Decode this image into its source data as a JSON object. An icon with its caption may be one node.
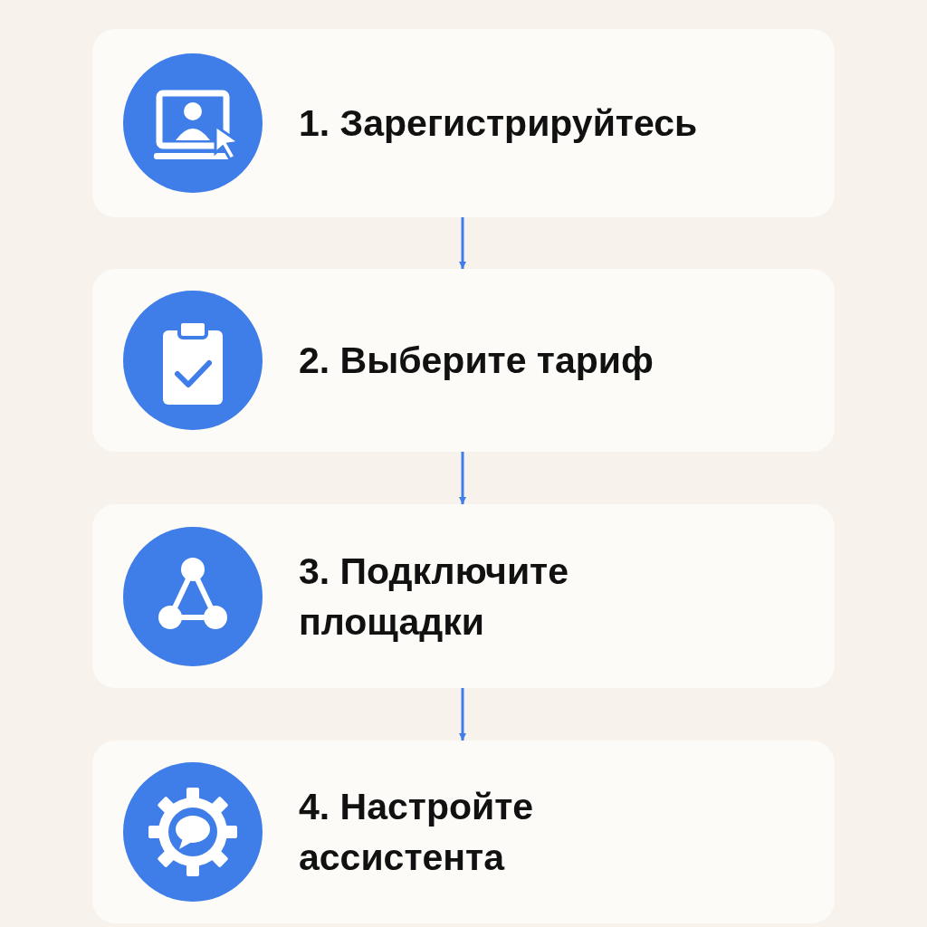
{
  "diagram": {
    "nodes": [
      {
        "text": [
          "1. Зарегистрируйтесь"
        ]
      },
      {
        "text": [
          "2. Выберите тариф"
        ]
      },
      {
        "text": [
          "3. Подключите площадки"
        ]
      },
      {
        "text": [
          "4. Настройте ассистента"
        ]
      }
    ],
    "edges": [
      {
        "from": 0,
        "to": 1,
        "arrow": "to"
      },
      {
        "from": 1,
        "to": 2,
        "arrow": "to"
      },
      {
        "from": 2,
        "to": 3,
        "arrow": "to"
      }
    ]
  }
}
